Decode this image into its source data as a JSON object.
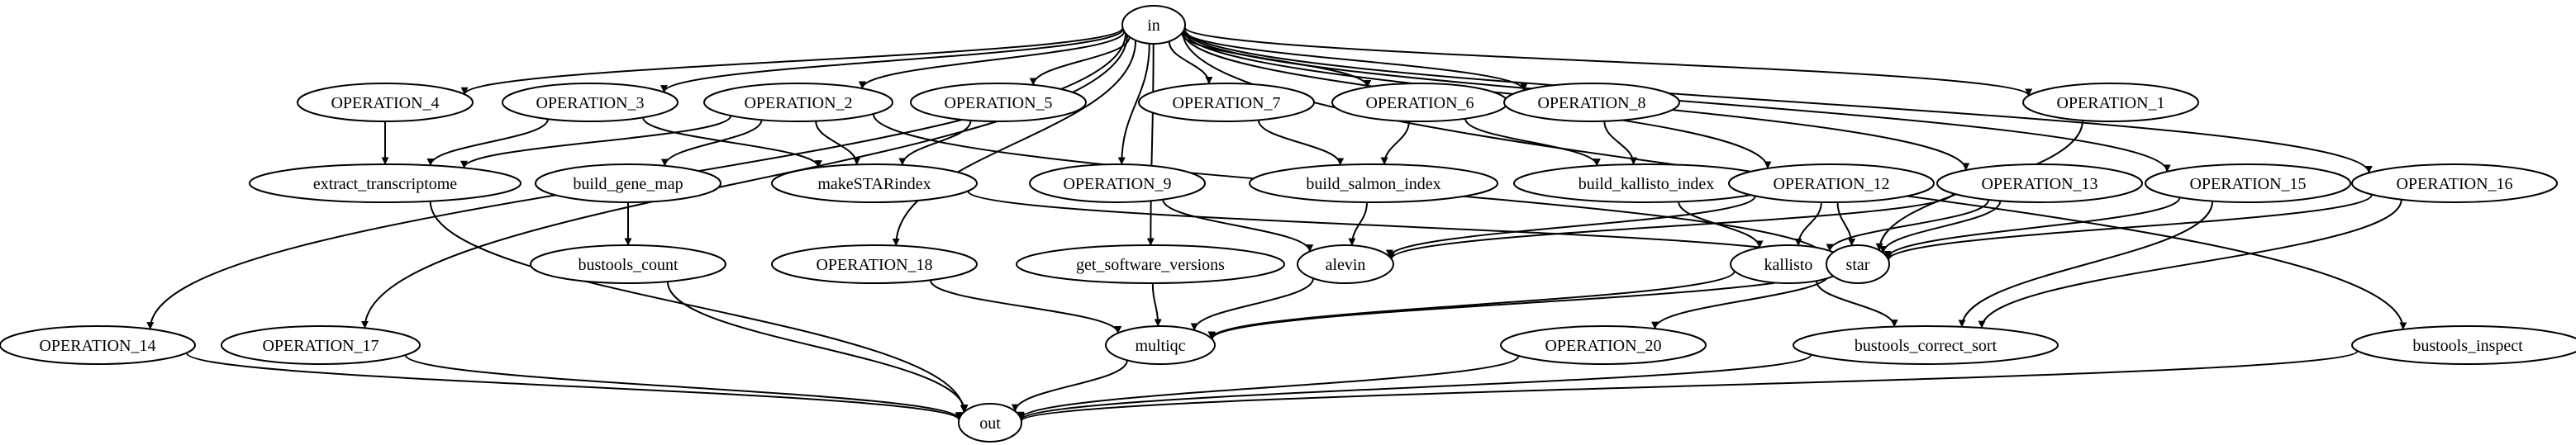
{
  "nodes": [
    {
      "id": "in",
      "label": "in"
    },
    {
      "id": "op4",
      "label": "OPERATION_4"
    },
    {
      "id": "op3",
      "label": "OPERATION_3"
    },
    {
      "id": "op2",
      "label": "OPERATION_2"
    },
    {
      "id": "op5",
      "label": "OPERATION_5"
    },
    {
      "id": "op7",
      "label": "OPERATION_7"
    },
    {
      "id": "op6",
      "label": "OPERATION_6"
    },
    {
      "id": "op8",
      "label": "OPERATION_8"
    },
    {
      "id": "op1",
      "label": "OPERATION_1"
    },
    {
      "id": "extract",
      "label": "extract_transcriptome"
    },
    {
      "id": "gene_map",
      "label": "build_gene_map"
    },
    {
      "id": "makestar",
      "label": "makeSTARindex"
    },
    {
      "id": "op9",
      "label": "OPERATION_9"
    },
    {
      "id": "salmon_idx",
      "label": "build_salmon_index"
    },
    {
      "id": "kallisto_idx",
      "label": "build_kallisto_index"
    },
    {
      "id": "op12",
      "label": "OPERATION_12"
    },
    {
      "id": "op13",
      "label": "OPERATION_13"
    },
    {
      "id": "op15",
      "label": "OPERATION_15"
    },
    {
      "id": "op16",
      "label": "OPERATION_16"
    },
    {
      "id": "bt_count",
      "label": "bustools_count"
    },
    {
      "id": "op18",
      "label": "OPERATION_18"
    },
    {
      "id": "versions",
      "label": "get_software_versions"
    },
    {
      "id": "alevin",
      "label": "alevin"
    },
    {
      "id": "kallisto",
      "label": "kallisto"
    },
    {
      "id": "star",
      "label": "star"
    },
    {
      "id": "op14",
      "label": "OPERATION_14"
    },
    {
      "id": "op17",
      "label": "OPERATION_17"
    },
    {
      "id": "multiqc",
      "label": "multiqc"
    },
    {
      "id": "op20",
      "label": "OPERATION_20"
    },
    {
      "id": "bt_sort",
      "label": "bustools_correct_sort"
    },
    {
      "id": "bt_inspect",
      "label": "bustools_inspect"
    },
    {
      "id": "out",
      "label": "out"
    }
  ],
  "edges": [
    [
      "in",
      "op4"
    ],
    [
      "in",
      "op3"
    ],
    [
      "in",
      "op2"
    ],
    [
      "in",
      "op5"
    ],
    [
      "in",
      "op7"
    ],
    [
      "in",
      "op6"
    ],
    [
      "in",
      "op8"
    ],
    [
      "in",
      "op1"
    ],
    [
      "in",
      "op9"
    ],
    [
      "in",
      "op12"
    ],
    [
      "in",
      "op13"
    ],
    [
      "in",
      "op15"
    ],
    [
      "in",
      "op16"
    ],
    [
      "in",
      "op14"
    ],
    [
      "in",
      "op17"
    ],
    [
      "in",
      "op18"
    ],
    [
      "in",
      "versions"
    ],
    [
      "in",
      "bt_inspect"
    ],
    [
      "op4",
      "extract"
    ],
    [
      "op3",
      "extract"
    ],
    [
      "op3",
      "makestar"
    ],
    [
      "op2",
      "extract"
    ],
    [
      "op2",
      "gene_map"
    ],
    [
      "op2",
      "makestar"
    ],
    [
      "op2",
      "star"
    ],
    [
      "op5",
      "makestar"
    ],
    [
      "op7",
      "salmon_idx"
    ],
    [
      "op6",
      "salmon_idx"
    ],
    [
      "op6",
      "kallisto_idx"
    ],
    [
      "op8",
      "kallisto_idx"
    ],
    [
      "op1",
      "star"
    ],
    [
      "gene_map",
      "bt_count"
    ],
    [
      "makestar",
      "star"
    ],
    [
      "op9",
      "alevin"
    ],
    [
      "salmon_idx",
      "alevin"
    ],
    [
      "kallisto_idx",
      "kallisto"
    ],
    [
      "op12",
      "alevin"
    ],
    [
      "op12",
      "kallisto"
    ],
    [
      "op12",
      "star"
    ],
    [
      "op13",
      "alevin"
    ],
    [
      "op13",
      "kallisto"
    ],
    [
      "op13",
      "star"
    ],
    [
      "op15",
      "star"
    ],
    [
      "op15",
      "bt_sort"
    ],
    [
      "op16",
      "star"
    ],
    [
      "op16",
      "bt_sort"
    ],
    [
      "op18",
      "multiqc"
    ],
    [
      "versions",
      "multiqc"
    ],
    [
      "alevin",
      "multiqc"
    ],
    [
      "kallisto",
      "multiqc"
    ],
    [
      "kallisto",
      "bt_sort"
    ],
    [
      "star",
      "multiqc"
    ],
    [
      "star",
      "op20"
    ],
    [
      "extract",
      "out"
    ],
    [
      "bt_count",
      "out"
    ],
    [
      "op14",
      "out"
    ],
    [
      "op17",
      "out"
    ],
    [
      "multiqc",
      "out"
    ],
    [
      "op20",
      "out"
    ],
    [
      "bt_sort",
      "out"
    ],
    [
      "bt_inspect",
      "out"
    ]
  ]
}
